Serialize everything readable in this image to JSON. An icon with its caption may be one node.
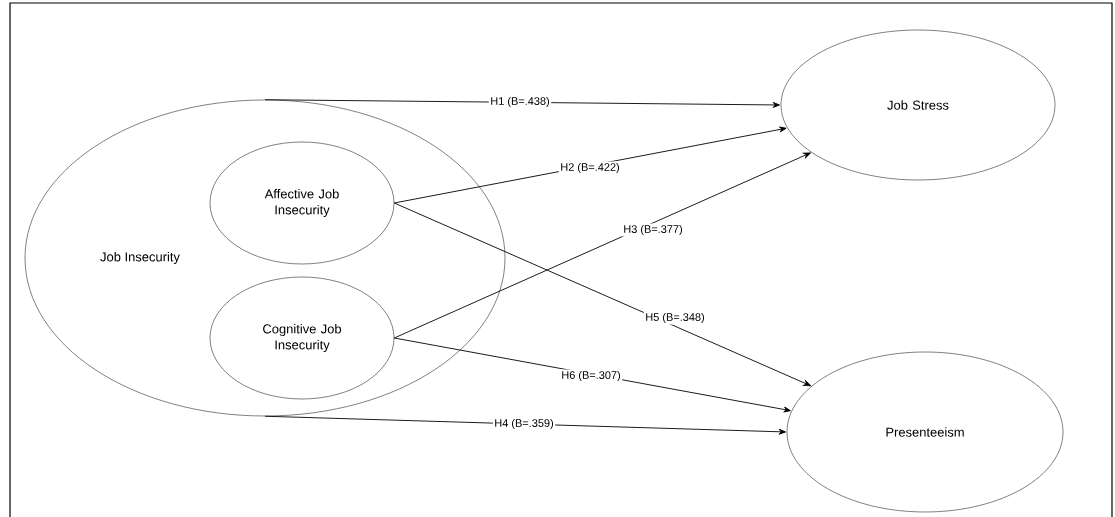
{
  "diagram": {
    "nodes": [
      {
        "text": [
          "Job Insecurity"
        ]
      },
      {
        "text": [
          "Affective Job Insecurity"
        ],
        "in": 0
      },
      {
        "text": [
          "Cognitive Job Insecurity"
        ],
        "in": 0
      },
      {
        "text": [
          "Job Stress"
        ]
      },
      {
        "text": [
          "Presenteeism"
        ]
      }
    ],
    "edges": [
      {
        "from": 0,
        "to": 3,
        "arrow": "to",
        "label": "H1 (B=.438)"
      },
      {
        "from": 1,
        "to": 3,
        "arrow": "to",
        "label": "H2 (B=.422)"
      },
      {
        "from": 2,
        "to": 3,
        "arrow": "to",
        "label": "H3 (B=.377)"
      },
      {
        "from": 0,
        "to": 4,
        "arrow": "to",
        "label": "H4 (B=.359)"
      },
      {
        "from": 1,
        "to": 4,
        "arrow": "to",
        "label": "H5 (B=.348)"
      },
      {
        "from": 2,
        "to": 4,
        "arrow": "to",
        "label": "H6 (B=.307)"
      }
    ]
  }
}
